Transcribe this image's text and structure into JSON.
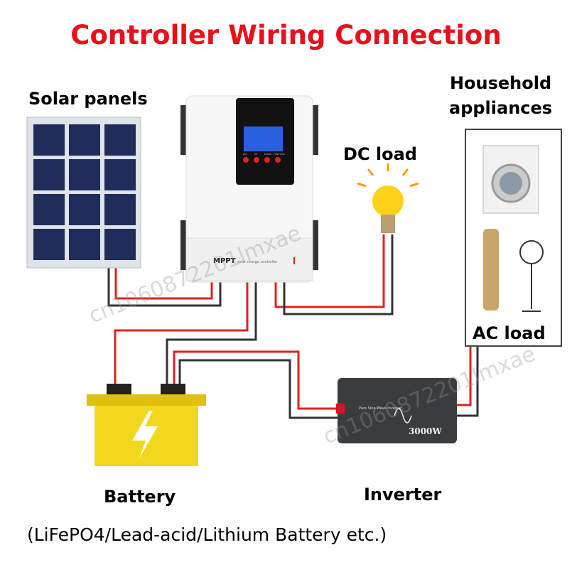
{
  "title": "Controller Wiring Connection",
  "labels": {
    "solar": "Solar panels",
    "household": [
      "Household",
      "appliances"
    ],
    "dc_load": "DC load",
    "ac_load": "AC load",
    "battery": "Battery",
    "inverter": "Inverter",
    "battery_types": "(LiFePO4/Lead-acid/Lithium Battery etc.)"
  },
  "controller": {
    "brand": "MPPT",
    "subtitle": "solar charge controller",
    "buttons": [
      "ESC",
      "UP",
      "DOWN",
      "FUNCTION"
    ]
  },
  "inverter_device": {
    "label": "Pure Sine Wave Inverter",
    "power": "3000W"
  },
  "watermark": "cn1060872201lmxae",
  "colors": {
    "title": "#e8101c",
    "wire_positive": "#e02020",
    "wire_negative": "#333333",
    "battery": "#f2d81c"
  }
}
